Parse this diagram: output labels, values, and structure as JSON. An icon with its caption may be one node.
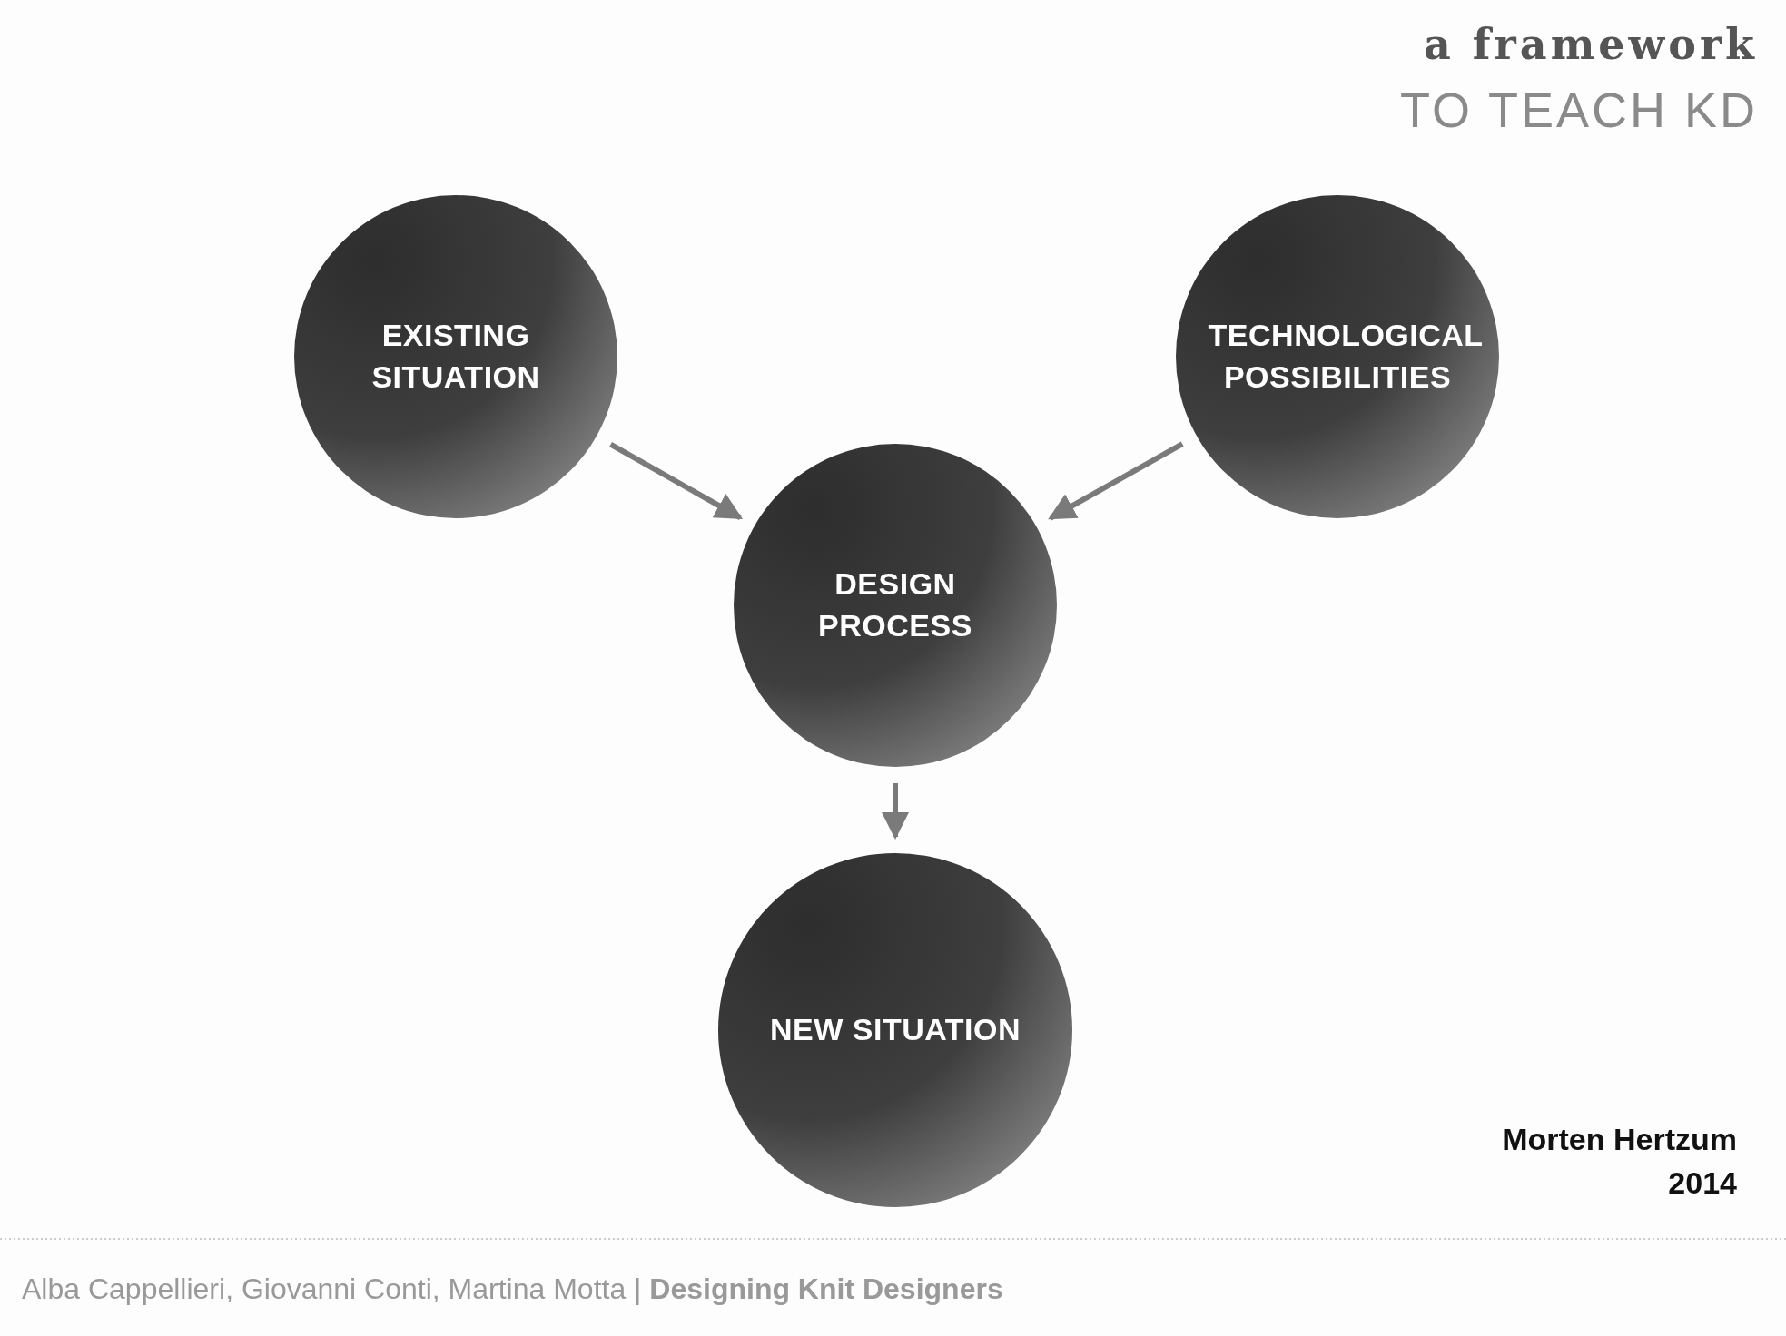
{
  "diagram": {
    "title": "a framework",
    "nodes": [
      {
        "text": [
          "EXISTING SITUATION"
        ]
      },
      {
        "text": [
          "TECHNOLOGICAL POSSIBILITIES"
        ]
      },
      {
        "text": [
          "DESIGN PROCESS"
        ]
      },
      {
        "text": [
          "NEW SITUATION"
        ]
      }
    ],
    "edges": [
      {
        "from": 0,
        "to": 2,
        "arrow": "to"
      },
      {
        "from": 1,
        "to": 2,
        "arrow": "to"
      },
      {
        "from": 2,
        "to": 3,
        "arrow": "to"
      }
    ],
    "labels": [
      "TO TEACH KD",
      "Morten Hertzum",
      "2014",
      "Alba Cappellieri, Giovanni Conti, Martina Motta | **Designing Knit Designers**"
    ]
  }
}
